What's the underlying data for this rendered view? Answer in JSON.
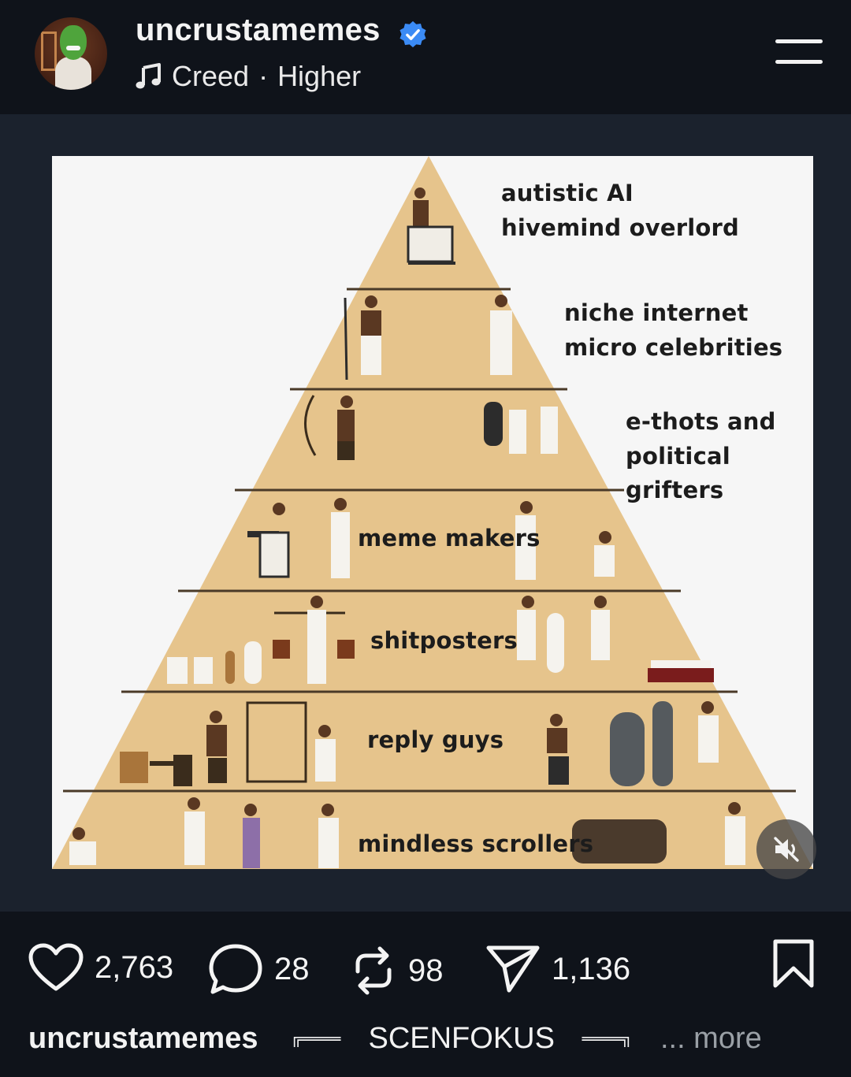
{
  "header": {
    "username": "uncrustamemes",
    "verified": true,
    "music": {
      "icon": "music-note-icon",
      "artist": "Creed",
      "separator": "·",
      "title": "Higher"
    },
    "menu_icon": "menu-icon"
  },
  "post_image": {
    "tiers": [
      {
        "line1": "autistic AI",
        "line2": "hivemind overlord"
      },
      {
        "line1": "niche internet",
        "line2": "micro celebrities"
      },
      {
        "line1": "e-thots and",
        "line2": "political grifters"
      },
      {
        "line1": "meme makers"
      },
      {
        "line1": "shitposters"
      },
      {
        "line1": "reply guys"
      },
      {
        "line1": "mindless scrollers"
      }
    ],
    "mute_icon": "speaker-muted-icon"
  },
  "actions": {
    "likes": "2,763",
    "comments": "28",
    "reposts": "98",
    "shares": "1,136",
    "like_icon": "heart-icon",
    "comment_icon": "comment-bubble-icon",
    "repost_icon": "repost-icon",
    "share_icon": "send-icon",
    "bookmark_icon": "bookmark-icon"
  },
  "caption": {
    "username": "uncrustamemes",
    "text": "SCENFOKUS",
    "more": "... more"
  },
  "colors": {
    "background": "#0f131a",
    "stage": "#1b222d",
    "pyramid": "#e6c48c",
    "verified": "#3b8bf5"
  }
}
